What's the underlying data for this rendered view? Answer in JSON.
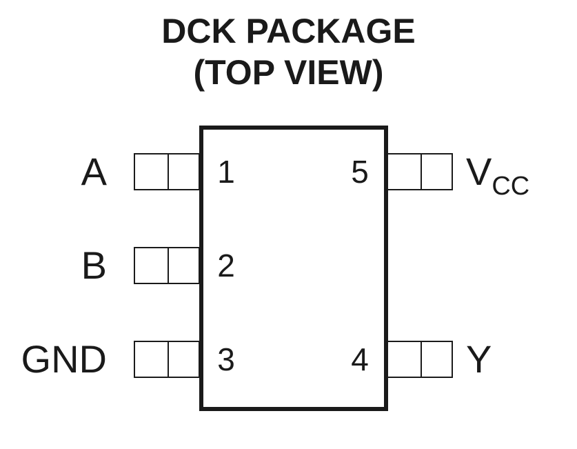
{
  "diagram": {
    "title_line1": "DCK PACKAGE",
    "title_line2": "(TOP VIEW)",
    "pins": {
      "p1": {
        "number": "1",
        "label": "A"
      },
      "p2": {
        "number": "2",
        "label": "B"
      },
      "p3": {
        "number": "3",
        "label": "GND"
      },
      "p4": {
        "number": "4",
        "label": "Y"
      },
      "p5": {
        "number": "5",
        "label_main": "V",
        "label_sub": "CC"
      }
    }
  }
}
